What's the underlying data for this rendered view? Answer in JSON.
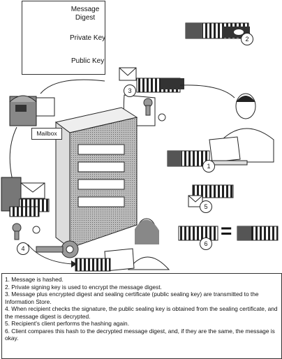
{
  "legend": {
    "message_digest": "Message\nDigest",
    "private_key": "Private Key",
    "public_key": "Public Key"
  },
  "mailbox_label": "Mailbox",
  "step_markers": [
    "1",
    "2",
    "3",
    "4",
    "5",
    "6"
  ],
  "equals_sign": "=",
  "steps": [
    "1. Message is hashed.",
    "2. Private signing key is used to encrypt the message digest.",
    "3. Message plus encrypted digest and sealing certificate (public sealing key) are transmitted to the Information Store.",
    "4. When recipient checks the signature, the public sealing key is obtained from the sealing certificate, and the message digest is decrypted.",
    "5. Recipient's client performs the hashing again.",
    "6. Client compares this hash to the decrypted message digest, and, if they are the same, the message is okay."
  ]
}
